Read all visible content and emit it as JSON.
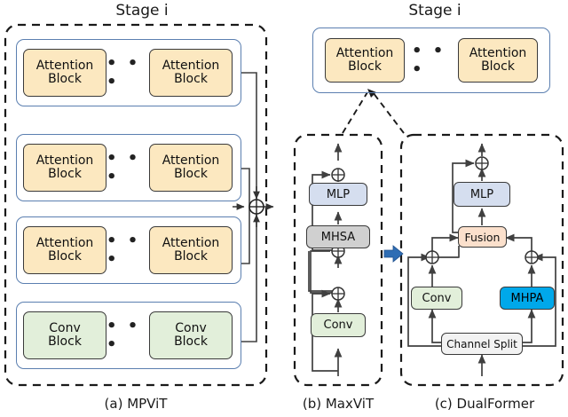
{
  "figure": {
    "title_left": "Stage i",
    "title_right": "Stage i",
    "captions": {
      "a": "(a)  MPViT",
      "b": "(b)  MaxViT",
      "c": "(c)  DualFormer"
    },
    "ellipsis": "• • •"
  },
  "colors": {
    "attention_block": "#FCE8C0",
    "conv_block": "#E2EFDA",
    "mlp": "#D5DEEF",
    "mhsa": "#D0D0D0",
    "fusion": "#FBE0CC",
    "mhpa": "#00A8EA",
    "channel_split": "#F2F2F2",
    "group_border": "#5b7fb0",
    "panel_border": "#1a1a1a",
    "transition_arrow": "#2E6DB4",
    "wire": "#404040"
  },
  "panel_a": {
    "name": "MPViT",
    "rows": [
      {
        "kind": "attention",
        "left_label": "Attention Block",
        "right_label": "Attention Block"
      },
      {
        "kind": "attention",
        "left_label": "Attention Block",
        "right_label": "Attention Block"
      },
      {
        "kind": "attention",
        "left_label": "Attention Block",
        "right_label": "Attention Block"
      },
      {
        "kind": "conv",
        "left_label": "Conv Block",
        "right_label": "Conv Block"
      }
    ],
    "merge_symbol": "⊕"
  },
  "panel_top_right": {
    "title": "Stage i",
    "left_label": "Attention Block",
    "right_label": "Attention Block"
  },
  "panel_b": {
    "name": "MaxViT",
    "blocks": [
      {
        "id": "mlp",
        "label": "MLP"
      },
      {
        "id": "mhsa",
        "label": "MHSA"
      },
      {
        "id": "conv",
        "label": "Conv"
      }
    ],
    "adds": 3,
    "add_symbol": "⊕"
  },
  "panel_c": {
    "name": "DualFormer",
    "blocks": [
      {
        "id": "mlp",
        "label": "MLP"
      },
      {
        "id": "fusion",
        "label": "Fusion"
      },
      {
        "id": "conv",
        "label": "Conv"
      },
      {
        "id": "mhpa",
        "label": "MHPA"
      },
      {
        "id": "channel_split",
        "label": "Channel Split"
      }
    ],
    "adds": 3,
    "add_symbol": "⊕"
  }
}
